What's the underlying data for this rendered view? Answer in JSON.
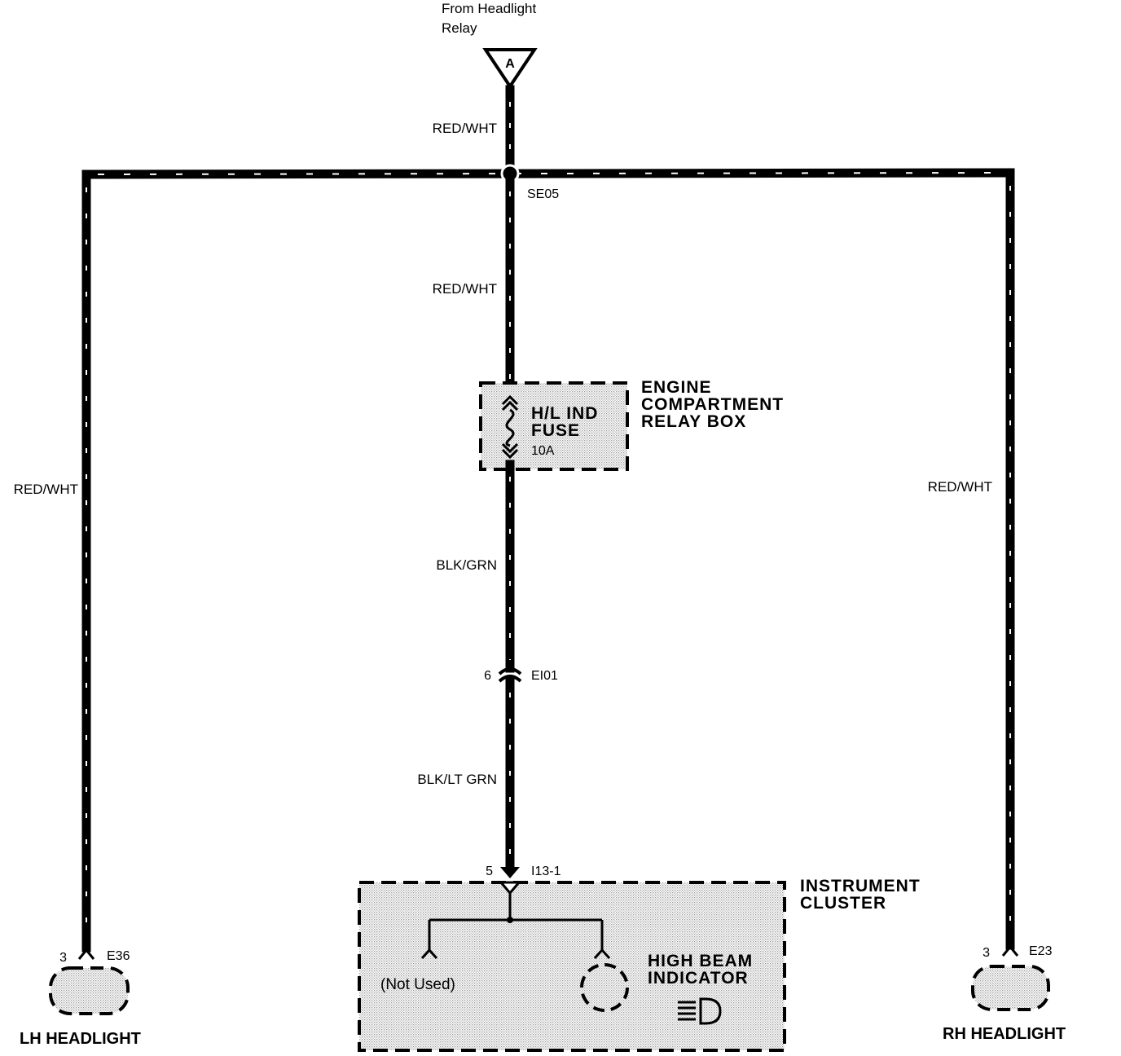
{
  "source": {
    "line1": "From Headlight",
    "line2": "Relay",
    "connector_letter": "A"
  },
  "wires": {
    "top_main": "RED/WHT",
    "after_splice": "RED/WHT",
    "left_branch": "RED/WHT",
    "right_branch": "RED/WHT",
    "after_fuse": "BLK/GRN",
    "after_connector": "BLK/LT GRN"
  },
  "splice": "SE05",
  "relay_box": {
    "title_line1": "ENGINE",
    "title_line2": "COMPARTMENT",
    "title_line3": "RELAY BOX",
    "fuse_line1": "H/L IND",
    "fuse_line2": "FUSE",
    "fuse_rating": "10A"
  },
  "inline_connector": {
    "pin": "6",
    "id": "EI01"
  },
  "cluster_connector": {
    "pin": "5",
    "id": "I13-1"
  },
  "instrument_cluster": {
    "title_line1": "INSTRUMENT",
    "title_line2": "CLUSTER",
    "not_used": "(Not Used)",
    "indicator_line1": "HIGH BEAM",
    "indicator_line2": "INDICATOR"
  },
  "lh_headlight": {
    "pin": "3",
    "connector": "E36",
    "label": "LH HEADLIGHT"
  },
  "rh_headlight": {
    "pin": "3",
    "connector": "E23",
    "label": "RH HEADLIGHT"
  },
  "icons": [
    "high-beam-icon",
    "fuse-icon",
    "connector-triangle-icon"
  ]
}
